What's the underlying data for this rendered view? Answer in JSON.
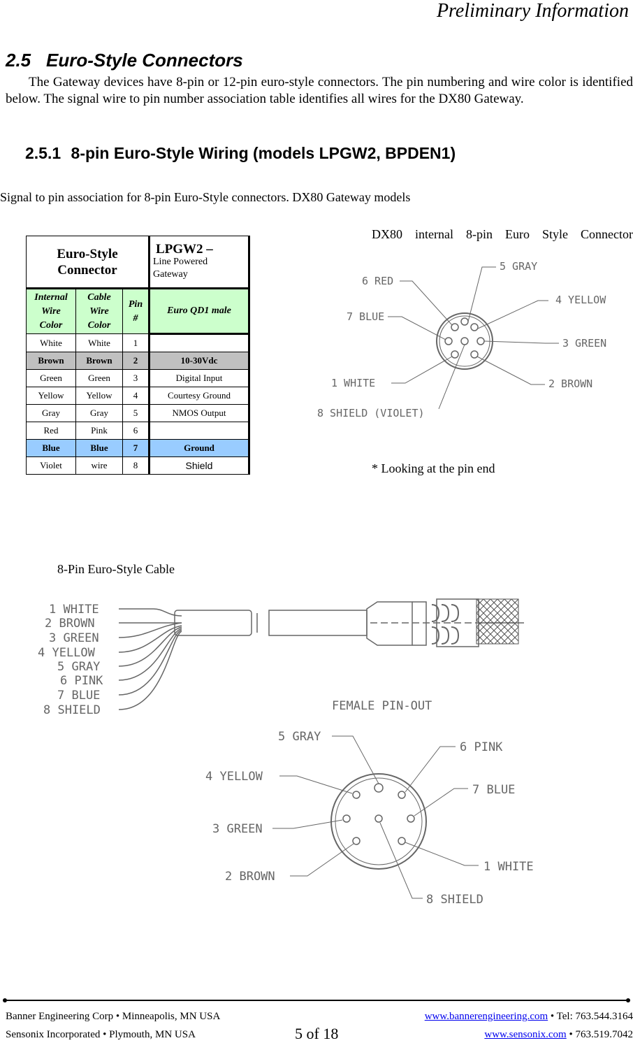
{
  "header": {
    "preliminary": "Preliminary Information"
  },
  "section": {
    "number": "2.5",
    "title": "Euro-Style Connectors",
    "intro": "The Gateway devices have 8-pin or 12-pin euro-style connectors. The pin numbering and wire color is identified below. The signal wire to pin number association table identifies all wires for the DX80 Gateway."
  },
  "subsection": {
    "number": "2.5.1",
    "title": "8-pin Euro-Style Wiring (models LPGW2, BPDEN1)"
  },
  "signal_caption": "Signal to pin association for 8-pin Euro-Style connectors. DX80 Gateway models",
  "table": {
    "connector_header": "Euro-Style Connector",
    "model_title": "LPGW2 –",
    "model_sub": "Line Powered Gateway",
    "col_internal": "Internal Wire Color",
    "col_cable": "Cable Wire Color",
    "col_pin": "Pin #",
    "col_qd": "Euro QD1 male",
    "rows": [
      {
        "internal": "White",
        "cable": "White",
        "pin": "1",
        "signal": ""
      },
      {
        "internal": "Brown",
        "cable": "Brown",
        "pin": "2",
        "signal": "10-30Vdc"
      },
      {
        "internal": "Green",
        "cable": "Green",
        "pin": "3",
        "signal": "Digital Input"
      },
      {
        "internal": "Yellow",
        "cable": "Yellow",
        "pin": "4",
        "signal": "Courtesy Ground"
      },
      {
        "internal": "Gray",
        "cable": "Gray",
        "pin": "5",
        "signal": "NMOS Output"
      },
      {
        "internal": "Red",
        "cable": "Pink",
        "pin": "6",
        "signal": ""
      },
      {
        "internal": "Blue",
        "cable": "Blue",
        "pin": "7",
        "signal": "Ground"
      },
      {
        "internal": "Violet",
        "cable": "wire",
        "pin": "8",
        "signal": "Shield"
      }
    ]
  },
  "dx80_caption": {
    "w1": "DX80",
    "w2": "internal",
    "w3": "8-pin",
    "w4": "Euro",
    "w5": "Style",
    "w6": "Connector"
  },
  "male_labels": {
    "p5": "5 GRAY",
    "p6": "6 RED",
    "p4": "4 YELLOW",
    "p7": "7 BLUE",
    "p3": "3 GREEN",
    "p1": "1 WHITE",
    "p2": "2 BROWN",
    "p8": "8 SHIELD (VIOLET)"
  },
  "looking_note": "* Looking at the pin end",
  "cable_caption": "8-Pin Euro-Style Cable",
  "cable_wires": [
    "1 WHITE",
    "2 BROWN",
    "3 GREEN",
    "4 YELLOW",
    "5 GRAY",
    "6 PINK",
    "7 BLUE",
    "8 SHIELD"
  ],
  "female_title": "FEMALE PIN-OUT",
  "female_labels": {
    "p5": "5 GRAY",
    "p6": "6 PINK",
    "p4": "4 YELLOW",
    "p7": "7 BLUE",
    "p3": "3 GREEN",
    "p1": "1 WHITE",
    "p2": "2 BROWN",
    "p8": "8 SHIELD"
  },
  "footer": {
    "left1": "Banner Engineering Corp • Minneapolis, MN USA",
    "left2": "Sensonix Incorporated • Plymouth, MN USA",
    "page": "5 of 18",
    "link1": "www.bannerengineering.com",
    "tel1": " • Tel: 763.544.3164",
    "link2": "www.sensonix.com",
    "tel2": " • 763.519.7042"
  },
  "colors": {
    "table_header_green": "#ccffcc",
    "row_grey": "#c0c0c0",
    "row_blue": "#99ccff",
    "link": "#0000ee"
  }
}
